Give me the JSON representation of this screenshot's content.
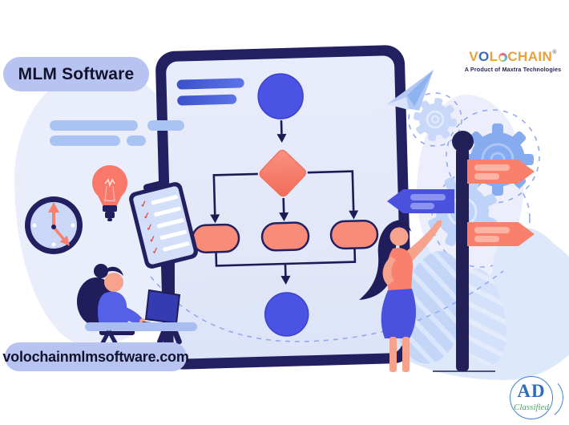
{
  "banner": {
    "title_badge": "MLM Software",
    "website_badge": "volochainmlmsoftware.com"
  },
  "brand": {
    "name": "VOLOCHAIN",
    "letters": [
      "V",
      "O",
      "L",
      "C",
      "H",
      "A",
      "I",
      "N"
    ],
    "registered_mark": "®",
    "tagline": "A Product of Maxtra Technologies"
  },
  "publisher": {
    "initials": "AD",
    "label": "Classified"
  },
  "colors": {
    "navy": "#232062",
    "indigo": "#4a52dd",
    "salmon": "#f8806d",
    "periwinkle_badge": "#b7c3f0",
    "light_blue_bar": "#a9c4f2",
    "board_inner": "#e7eafa",
    "gold_logo": "#e8a23b",
    "blue_logo": "#3d69b9",
    "ad_blue": "#2e6cc0",
    "ad_green": "#4fa06a",
    "skin": "#f6a38e"
  },
  "illustration": {
    "icons": [
      "flowchart-diagram",
      "clock-icon",
      "lightbulb-icon",
      "clipboard-checklist-icon",
      "woman-working-on-laptop",
      "woman-pointing",
      "signpost-icon",
      "gear-icon",
      "paper-plane-icon",
      "monstera-leaf-icon",
      "dashed-path"
    ]
  }
}
